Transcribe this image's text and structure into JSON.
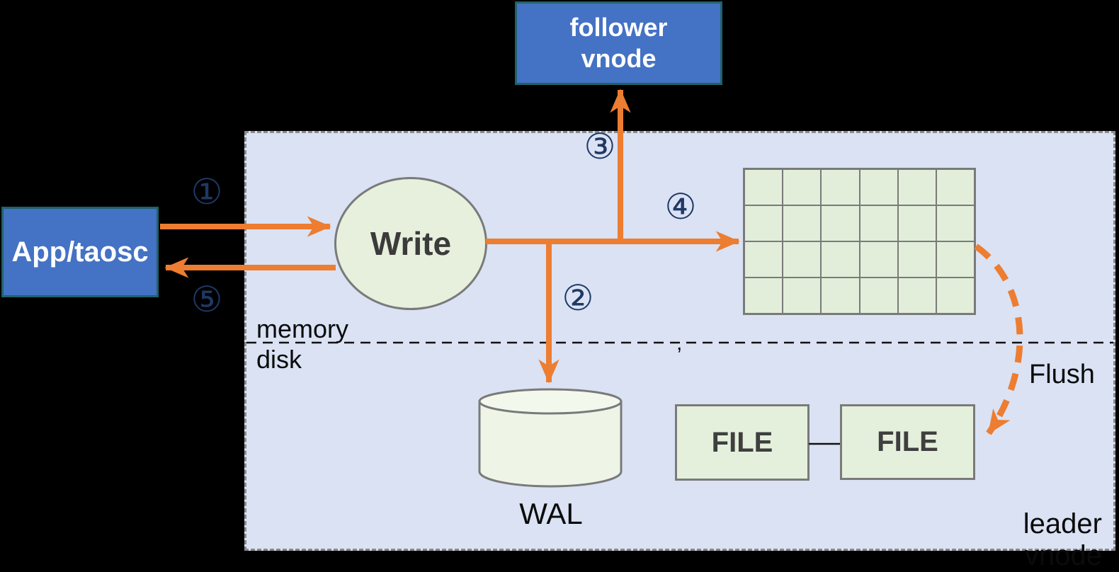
{
  "diagram": {
    "type": "architecture-flow",
    "description_visible_text_only": true
  },
  "colors": {
    "background": "#000000",
    "panel_fill": "#dae2f4",
    "panel_border": "#8a8a8a",
    "node_blue_fill": "#4472c4",
    "node_blue_border": "#20626b",
    "shape_green_fill": "#e4f0dc",
    "shape_border_gray": "#7a7a7a",
    "arrow_orange": "#ed7d31",
    "step_number_navy": "#1f3864",
    "dark_text": "#3b3b3b",
    "black_line": "#111111"
  },
  "nodes": {
    "follower_vnode": {
      "line1": "follower",
      "line2": "vnode"
    },
    "app_taosc": {
      "label": "App/taosc"
    },
    "write": {
      "label": "Write"
    },
    "wal": {
      "label": "WAL"
    },
    "file1": {
      "label": "FILE"
    },
    "file2": {
      "label": "FILE"
    }
  },
  "labels": {
    "memory": "memory",
    "disk": "disk",
    "leader_vnode": "leader vnode",
    "flush": "Flush",
    "stray_mark": ","
  },
  "steps": [
    "①",
    "②",
    "③",
    "④",
    "⑤"
  ],
  "grid": {
    "rows": 4,
    "cols": 6
  }
}
